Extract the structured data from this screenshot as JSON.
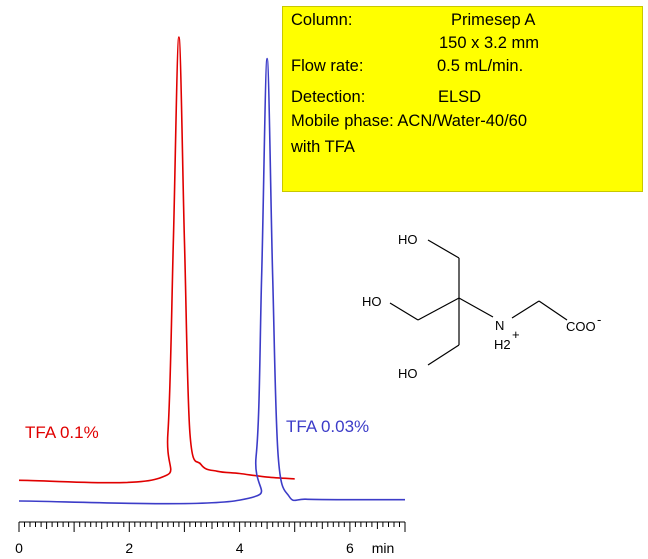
{
  "info_box": {
    "column_label": "Column:",
    "column_value": "Primesep A",
    "column_dims": "150 x 3.2 mm",
    "flow_label": "Flow rate:",
    "flow_value": "0.5 mL/min.",
    "detection_label": "Detection:",
    "detection_value": "ELSD",
    "mobile_line": "Mobile phase: ACN/Water-40/60",
    "mobile_line2": "with TFA"
  },
  "structure": {
    "ho_top": "HO",
    "ho_mid": "HO",
    "ho_bot": "HO",
    "n_label": "N",
    "h2_label": "H2",
    "plus_label": "+",
    "coo_label": "COO",
    "minus_label": "-"
  },
  "chart_data": {
    "type": "line",
    "xlabel": "min",
    "xlim": [
      0,
      7
    ],
    "x_ticks": [
      "0",
      "2",
      "4",
      "6"
    ],
    "series": [
      {
        "name": "TFA 0.1%",
        "color": "#e00000",
        "x": [
          0,
          2.5,
          2.7,
          2.8,
          2.9,
          3.0,
          3.1,
          3.3,
          3.6,
          4.0,
          4.5,
          5.0
        ],
        "y": [
          0.015,
          0.018,
          0.12,
          0.55,
          1.0,
          0.55,
          0.12,
          0.05,
          0.035,
          0.03,
          0.022,
          0.018
        ]
      },
      {
        "name": "TFA 0.03%",
        "color": "#3c3cc8",
        "x": [
          0,
          4.0,
          4.3,
          4.4,
          4.5,
          4.6,
          4.7,
          4.9,
          5.2,
          6.0,
          7.0
        ],
        "y": [
          0.0,
          0.002,
          0.1,
          0.5,
          0.99,
          0.5,
          0.1,
          0.01,
          0.004,
          0.003,
          0.003
        ]
      }
    ]
  }
}
